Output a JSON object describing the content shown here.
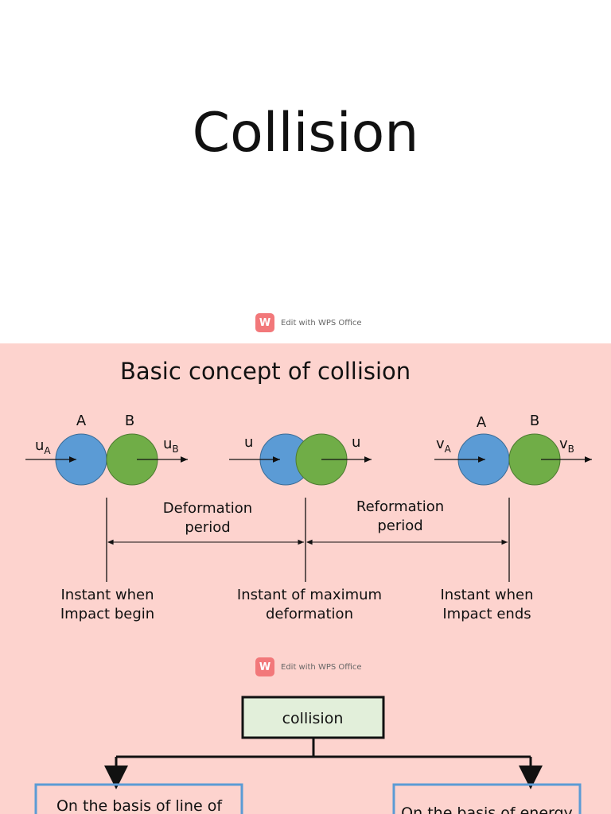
{
  "slide1": {
    "title": "Collision",
    "watermark": "Edit with WPS Office"
  },
  "slide2": {
    "heading": "Basic concept of collision",
    "ball_colors": {
      "A": "#5b9bd5",
      "B": "#70ad47"
    },
    "groups": [
      {
        "labels": [
          "A",
          "B"
        ],
        "left_velocity": "u",
        "left_sub": "A",
        "right_velocity": "u",
        "right_sub": "B"
      },
      {
        "labels": [
          "",
          ""
        ],
        "left_velocity": "u",
        "left_sub": "",
        "right_velocity": "u",
        "right_sub": ""
      },
      {
        "labels": [
          "A",
          "B"
        ],
        "left_velocity": "v",
        "left_sub": "A",
        "right_velocity": "v",
        "right_sub": "B"
      }
    ],
    "periods": [
      {
        "line1": "Deformation",
        "line2": "period"
      },
      {
        "line1": "Reformation",
        "line2": "period"
      }
    ],
    "instants": [
      {
        "line1": "Instant when",
        "line2": "Impact begin"
      },
      {
        "line1": "Instant of maximum",
        "line2": "deformation"
      },
      {
        "line1": "Instant when",
        "line2": "Impact ends"
      }
    ],
    "watermark": "Edit with WPS Office",
    "tree": {
      "root": "collision",
      "root_fill": "#e2efda",
      "children": [
        "On the basis of line of",
        "On the basis of energy"
      ],
      "child_border": "#5b9bd5"
    }
  }
}
